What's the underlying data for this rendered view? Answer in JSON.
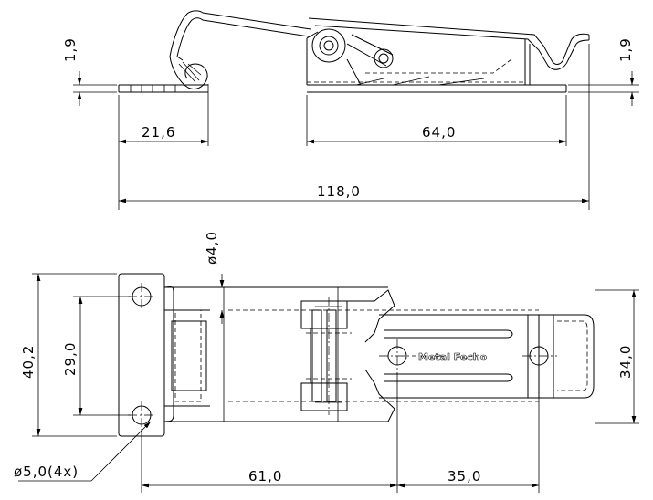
{
  "dimensions": {
    "side_thickness_left": "1,9",
    "side_thickness_right": "1,9",
    "hook_offset": "21,6",
    "base_length": "64,0",
    "overall_length": "118,0",
    "pin_diameter": "ø4,0",
    "plate_height": "40,2",
    "hole_spacing_vertical": "29,0",
    "body_height": "34,0",
    "hole_diameter": "ø5,0(4x)",
    "hole_spacing_1": "61,0",
    "hole_spacing_2": "35,0"
  },
  "brand_text": "Metal Fecho"
}
